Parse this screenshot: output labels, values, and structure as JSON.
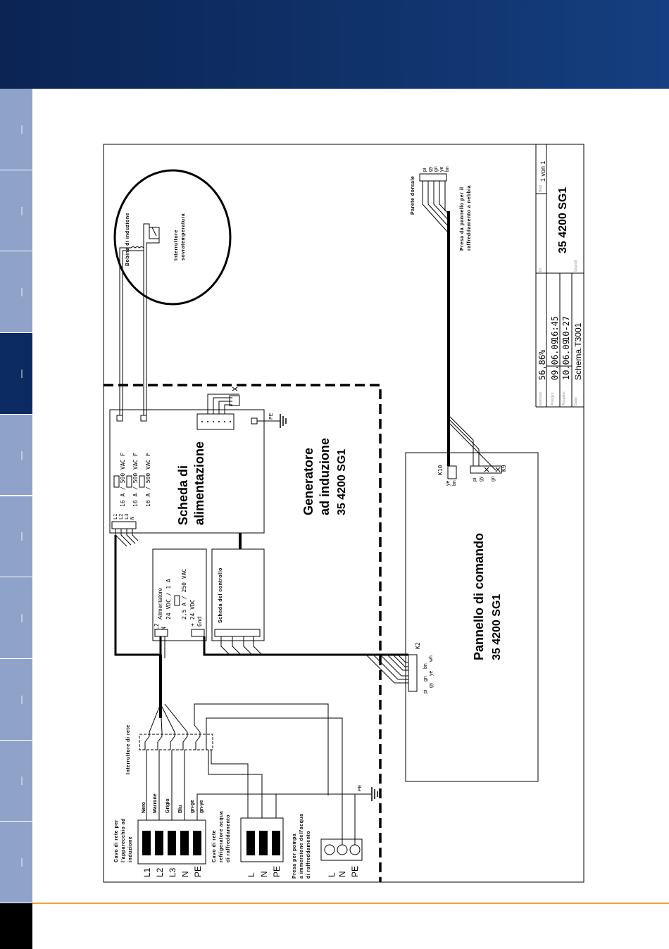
{
  "sidebar": {
    "tab_count": 10,
    "active_index": 3,
    "colors": {
      "light": "#8fa2c9",
      "dark": "#0d2b63",
      "bottom": "#000000"
    }
  },
  "colors": {
    "header": "#0f2f66",
    "accent_rule": "#f0a233",
    "line": "#000000"
  },
  "diagram": {
    "title_block": {
      "drawing_no": "35 4200 SG1",
      "sheet": "1 von 1",
      "scale_label": "Maßstab",
      "scale": "56,86%",
      "created_label": "Anlegen",
      "created_date": "09.06.09",
      "created_time": "16:45",
      "issued_label": "Ausgabe",
      "issued_date": "10.06.09",
      "issued_time": "10-27",
      "file_label": "Datei",
      "file": "Schema.T3001",
      "sheet_label": "Blatt",
      "drawing_label": "Nr.",
      "check_label": "Geprüft"
    },
    "coil": {
      "label": "Bobina di induzione",
      "switch_label": "Interruttore sovratemperatura"
    },
    "power_board": {
      "title": "Scheda di alimentazione",
      "fuses": [
        "16 A / 500 VAC F",
        "16 A / 500 VAC F",
        "16 A / 500 VAC F"
      ],
      "terminals": [
        "L1",
        "L2",
        "L3",
        "N"
      ],
      "pe": "PE"
    },
    "generator": {
      "line1": "Generatore",
      "line2": "ad induzione",
      "code": "35 4200 SG1"
    },
    "psu": {
      "title": "Alimentatore",
      "out_rating": "24 VDC / 1 A",
      "fuse": "2,5 A / 250 VAC",
      "out": "+ 24 VDC",
      "gnd": "Gnd",
      "in_l": "L2",
      "in_n": "N"
    },
    "control_board": {
      "title": "Scheda del controllo"
    },
    "panel": {
      "title": "Pannello di comando",
      "code": "35 4200 SG1",
      "k2": "K2",
      "k9": "K9",
      "k10": "K10",
      "k2_wires": [
        "pi",
        "gy",
        "gn",
        "ye",
        "bn",
        "wh"
      ],
      "k10_wires": [
        "ye",
        "bn"
      ],
      "k9_wires": [
        "pi",
        "gy",
        "gn"
      ]
    },
    "back_wall": {
      "label": "Parete dorsale",
      "wires": [
        "pi",
        "gy",
        "gn",
        "ye",
        "bn"
      ],
      "socket_line1": "Presa da pannello per il",
      "socket_line2": "raffreddamento a nebbia"
    },
    "mains": {
      "switch_label": "Interruttore di rete",
      "cable_line1": "Cavo di rete per",
      "cable_line2": "l'apparecchio ad",
      "cable_line3": "induzione",
      "terminals": [
        "L1",
        "L2",
        "L3",
        "N",
        "PE"
      ],
      "wire_colors": [
        "Nero",
        "Marrone",
        "Grigio",
        "Blu",
        "gn-ge",
        "gn-ye"
      ],
      "cooler_line1": "Cavo di rete",
      "cooler_line2": "refrigeratore acqua",
      "cooler_line3": "di raffreddamento",
      "cooler_terminals": [
        "L",
        "N",
        "PE"
      ],
      "pump_line1": "Presa per pompa",
      "pump_line2": "a immersione dell'acqua",
      "pump_line3": "di raffreddamento",
      "pump_terminals": [
        "L",
        "N",
        "PE"
      ],
      "pe": "PE"
    }
  }
}
